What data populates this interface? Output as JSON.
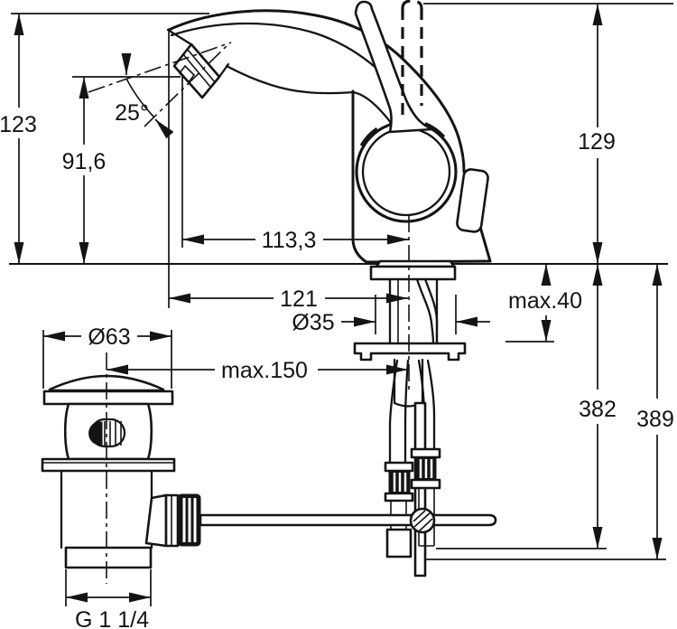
{
  "drawing": {
    "subject": "single-lever bidet mixer with pop-up waste",
    "style": "technical dimension drawing",
    "units": "mm",
    "ink_color": "#141414",
    "paper_color": "#ffffff"
  },
  "dims": {
    "height_total": "123",
    "outlet_height": "91,6",
    "outlet_angle": "25°",
    "reach_outlet": "113,3",
    "reach_tip": "121",
    "lever_height": "129",
    "deck_thickness": "max.40",
    "hole_diameter": "Ø35",
    "hose_length_a": "382",
    "hose_length_b": "389",
    "waste_flange_diameter": "Ø63",
    "rod_length": "max.150",
    "waste_thread": "G 1 1/4"
  }
}
